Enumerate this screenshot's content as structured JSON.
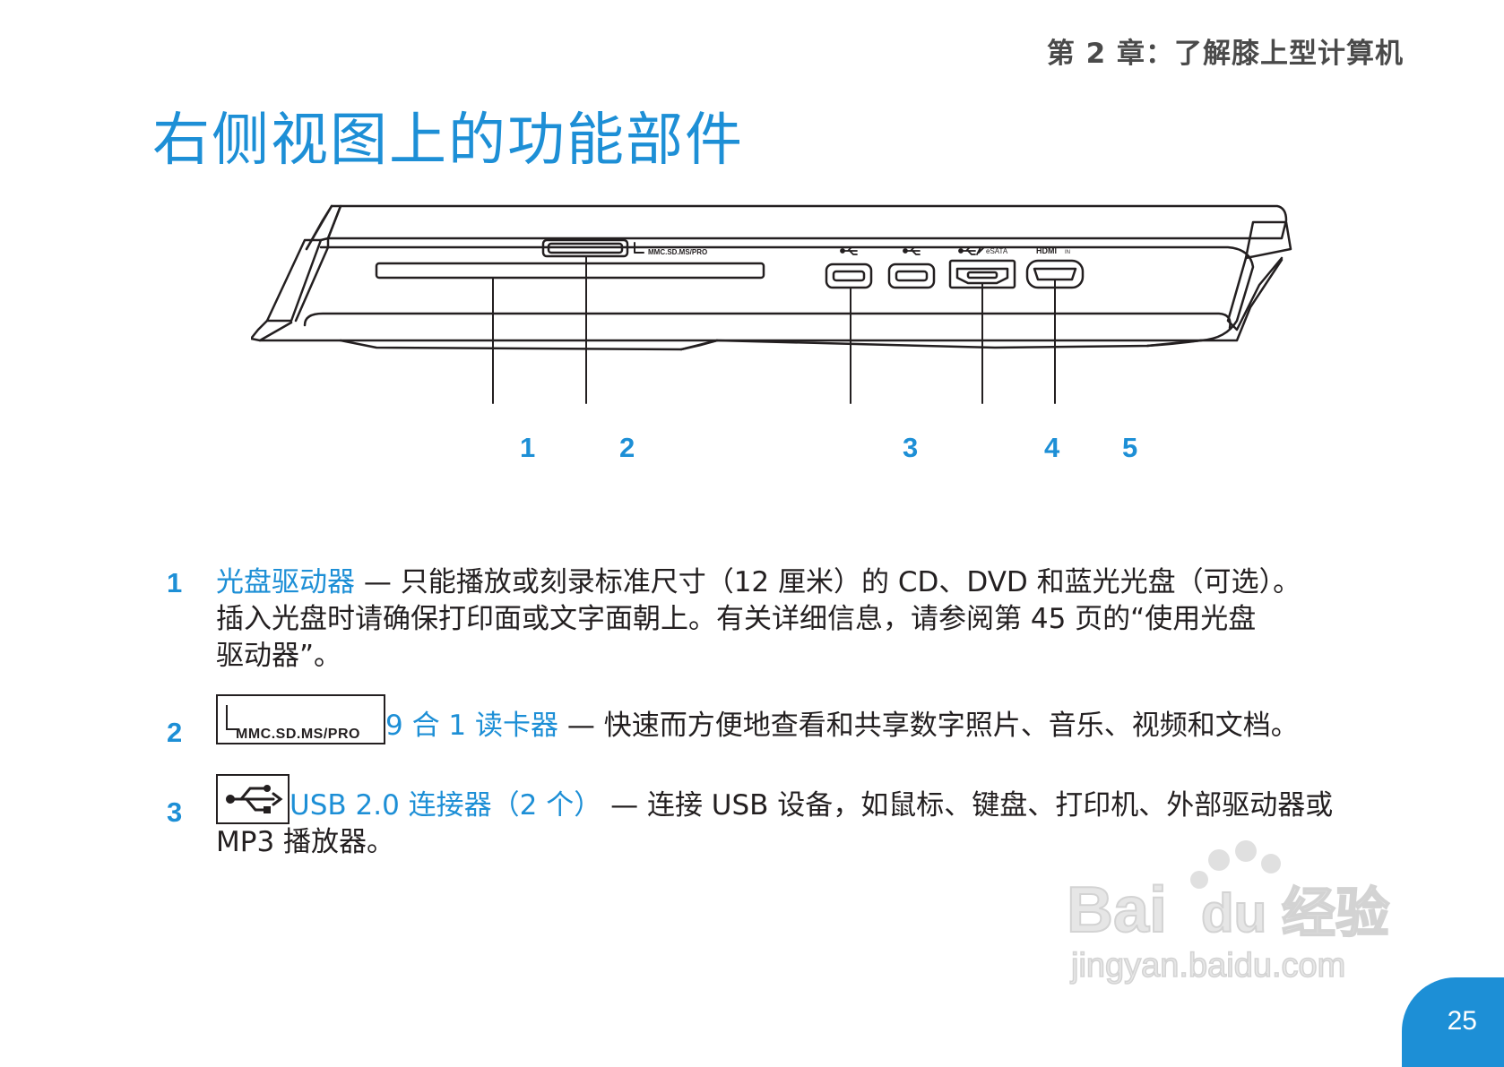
{
  "header": {
    "chapter": "第 2 章：了解膝上型计算机",
    "title": "右侧视图上的功能部件"
  },
  "figure": {
    "port_labels": {
      "card": "MMC.SD.MS/PRO",
      "esata": "eSATA",
      "hdmi": "HDMI",
      "hdmi_in": "IN"
    },
    "callouts": [
      "1",
      "2",
      "3",
      "4",
      "5"
    ]
  },
  "items": [
    {
      "num": "1",
      "term": "光盘驱动器",
      "desc_line1": " — 只能播放或刻录标准尺寸（12 厘米）的 CD、DVD 和蓝光光盘（可选）。",
      "desc_line2": "插入光盘时请确保打印面或文字面朝上。有关详细信息，请参阅第 45 页的“使用光盘",
      "desc_line3": "驱动器”。"
    },
    {
      "num": "2",
      "icon_label": "MMC.SD.MS/PRO",
      "term": "9 合 1 读卡器",
      "desc": " — 快速而方便地查看和共享数字照片、音乐、视频和文档。"
    },
    {
      "num": "3",
      "term": "USB 2.0 连接器（2 个）",
      "desc_line1": " — 连接 USB 设备，如鼠标、键盘、打印机、外部驱动器或",
      "desc_line2": "MP3 播放器。"
    }
  ],
  "page_number": "25",
  "watermark": {
    "brand": "Bai",
    "brand2": "du",
    "label": "经验",
    "url": "jingyan.baidu.com"
  },
  "colors": {
    "accent": "#1d8fd6",
    "text": "#231f20",
    "header": "#4a4a4a"
  }
}
